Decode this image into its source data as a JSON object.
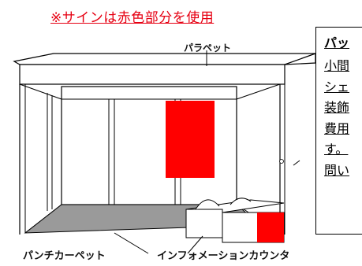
{
  "caption": "※サインは赤色部分を使用",
  "labels": {
    "parapet": "パラペット",
    "carpet": "パンチカーペット",
    "counter": "インフォメーションカウンタ"
  },
  "note": {
    "title": "パッ",
    "lines": [
      "小間",
      "シェ",
      "装飾",
      "費用",
      "す。",
      "問い"
    ]
  },
  "colors": {
    "sign": "#ff0000",
    "carpet": "#9a9a9a",
    "caption": "#e60012"
  }
}
